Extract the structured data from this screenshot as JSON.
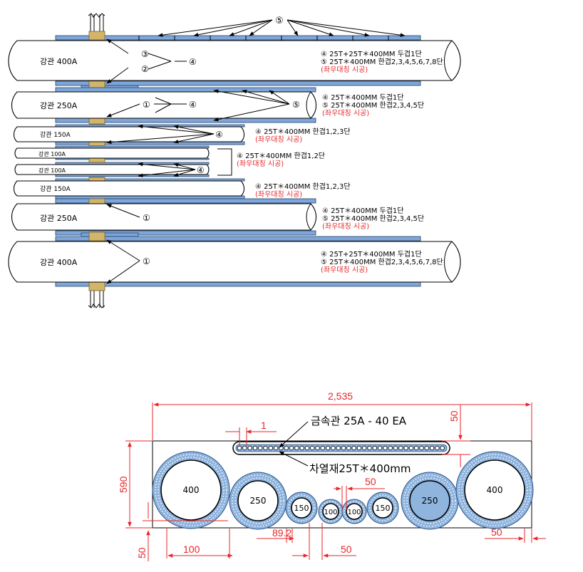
{
  "section": {
    "top_callout": "⑤",
    "rows": [
      {
        "label": "강관 400A",
        "callouts": [
          "③",
          "④",
          "②"
        ],
        "note1": "④ 25T+25T＊400MM 두겹1단",
        "note2": "⑤ 25T＊400MM 한겹2,3,4,5,6,7,8단",
        "note3": "(좌우대칭 시공)"
      },
      {
        "label": "강관 250A",
        "callouts": [
          "①",
          "④",
          "⑤"
        ],
        "note1": "④ 25T＊400MM 두겹1단",
        "note2": "⑤ 25T＊400MM 한겹2,3,4,5단",
        "note3": "(좌우대칭 시공)"
      },
      {
        "label": "강관 150A",
        "callouts": [
          "④"
        ],
        "note1": "④ 25T＊400MM 한겹1,2,3단",
        "note3": "(좌우대칭 시공)"
      },
      {
        "label": "강관 100A",
        "label_b": "강관 100A",
        "callouts": [
          "④"
        ],
        "note1": "④ 25T＊400MM 한겹1,2단",
        "note3": "(좌우대칭 시공)"
      },
      {
        "label": "강관 150A",
        "note1": "④ 25T＊400MM 한겹1,2,3단",
        "note3": "(좌우대칭 시공)"
      },
      {
        "label": "강관 250A",
        "callouts": [
          "①"
        ],
        "note1": "④ 25T＊400MM 두겹1단",
        "note2": "⑤ 25T＊400MM 한겹2,3,4,5단",
        "note3": "(좌우대칭 시공)"
      },
      {
        "label": "강관 400A",
        "callouts": [
          "①"
        ],
        "note1": "④ 25T+25T＊400MM 두겹1단",
        "note2": "⑤ 25T＊400MM 한겹2,3,4,5,6,7,8단",
        "note3": "(좌우대칭 시공)"
      }
    ]
  },
  "plan": {
    "dims": {
      "total_width": "2,535",
      "height": "590",
      "top_gap": "50",
      "bottom_gap": "50",
      "tube_step": "1",
      "left_offset": "100",
      "gap_89": "89.2",
      "gap_50_a": "50",
      "gap_50_b": "50",
      "right_gap": "50"
    },
    "label_tubes": "금속관 25A - 40 EA",
    "label_insulation": "차열재25T＊400mm",
    "pipes": [
      "400",
      "250",
      "150",
      "100",
      "100",
      "150",
      "250",
      "400"
    ]
  }
}
